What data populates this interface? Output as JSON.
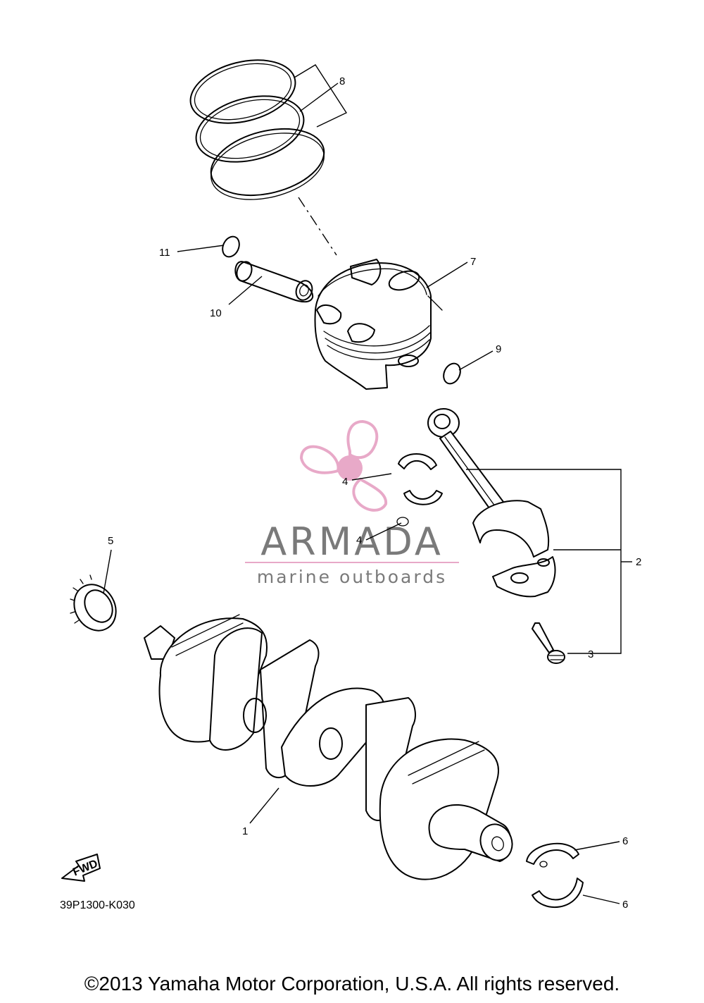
{
  "diagram": {
    "callouts": {
      "c1": "1",
      "c2": "2",
      "c3": "3",
      "c4a": "4",
      "c4b": "4",
      "c5": "5",
      "c6a": "6",
      "c6b": "6",
      "c7": "7",
      "c8": "8",
      "c9": "9",
      "c10": "10",
      "c11": "11"
    },
    "fwd_label": "FWD",
    "diagram_code": "39P1300-K030",
    "copyright": "©2013 Yamaha Motor Corporation, U.S.A. All rights reserved."
  },
  "watermark": {
    "brand": "ARMADA",
    "tagline": "marine outboards",
    "logo_color": "#e8a9c8",
    "text_color": "#7a7a7a"
  }
}
